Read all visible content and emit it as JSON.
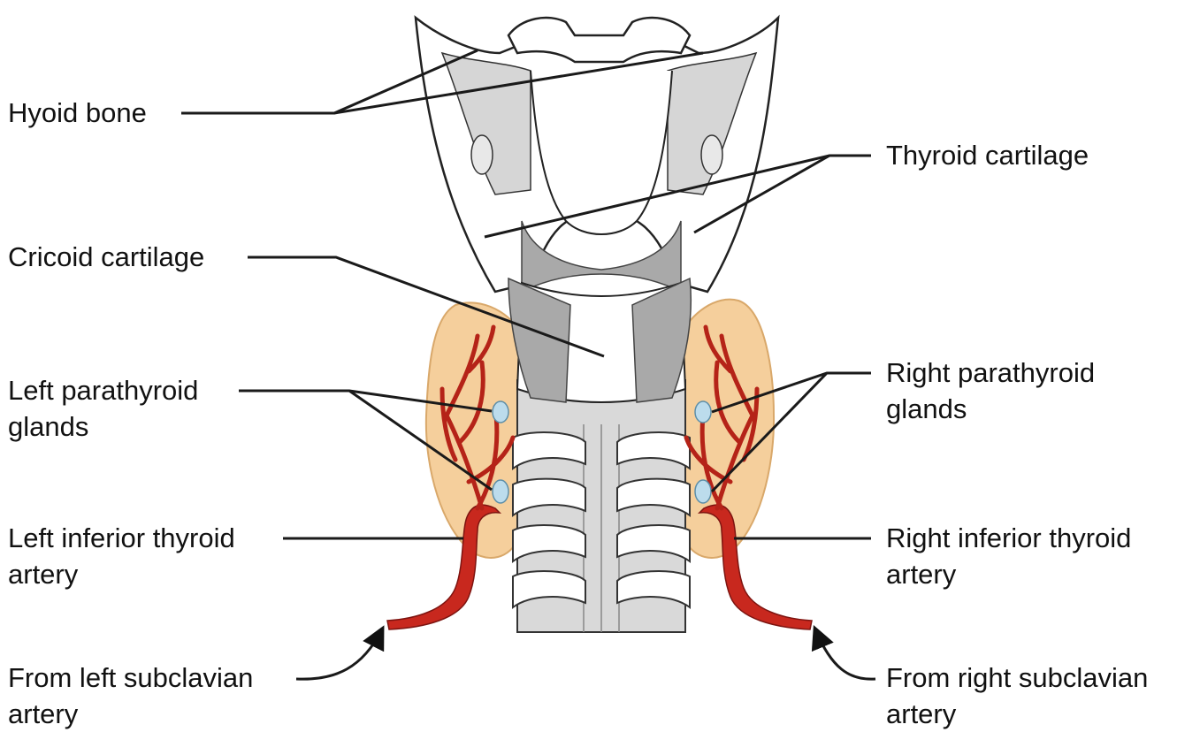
{
  "colors": {
    "thyroid": "#f5cf9c",
    "thyroid_edge": "#d9a86a",
    "artery": "#c8281e",
    "artery_dark": "#7d1410",
    "parathyroid": "#bcdcec",
    "cartilage_gray": "#b8b8b8",
    "bone_white": "#ffffff",
    "line": "#1a1a1a"
  },
  "labels": {
    "hyoid_bone": "Hyoid bone",
    "thyroid_cartilage": "Thyroid cartilage",
    "cricoid_cartilage": "Cricoid cartilage",
    "left_parathyroid": [
      "Left parathyroid",
      "glands"
    ],
    "right_parathyroid": [
      "Right parathyroid",
      "glands"
    ],
    "left_inferior_thyroid": [
      "Left inferior thyroid",
      "artery"
    ],
    "right_inferior_thyroid": [
      "Right inferior thyroid",
      "artery"
    ],
    "from_left_subclavian": [
      "From left subclavian",
      "artery"
    ],
    "from_right_subclavian": [
      "From right subclavian",
      "artery"
    ]
  }
}
